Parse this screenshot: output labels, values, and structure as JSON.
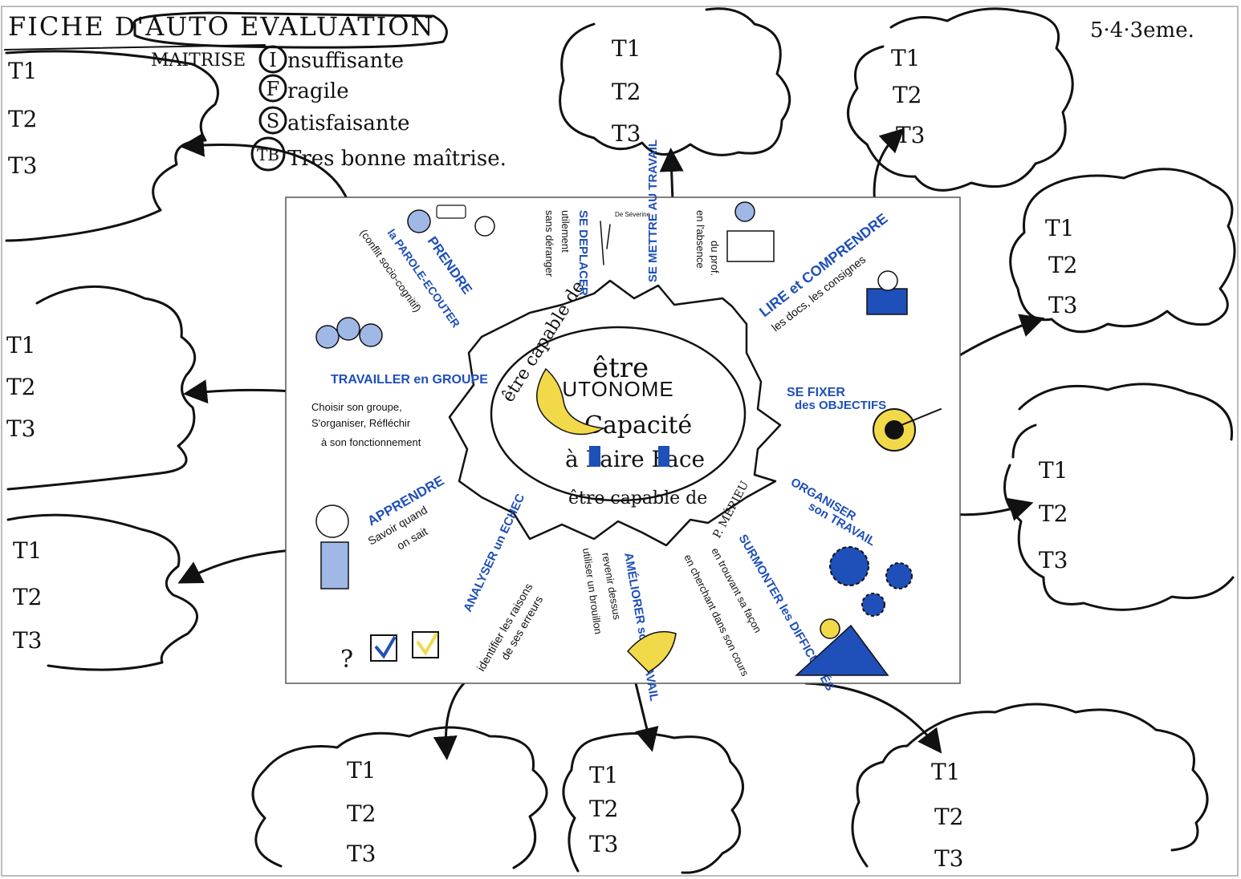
{
  "header": {
    "title": "FICHE D'AUTO EVALUATION",
    "levels_label": "MAITRISE",
    "levels": [
      {
        "letter": "I",
        "text": "nsuffisante"
      },
      {
        "letter": "F",
        "text": "ragile"
      },
      {
        "letter": "S",
        "text": "atisfaisante"
      },
      {
        "letter": "TB",
        "text": "Tres bonne maîtrise."
      }
    ],
    "grades": "5·4·3eme."
  },
  "tlabels": [
    "T1",
    "T2",
    "T3"
  ],
  "center": {
    "line1": "être capable de",
    "word1": "être",
    "word2": "AUTONOME",
    "word3": "Capacité",
    "word4": "à Faire Face",
    "line2": "être capable de",
    "credit": "P. MÉRIEU",
    "author": "De Séverine"
  },
  "skills": [
    {
      "title": "PRENDRE",
      "sub1": "la PAROLE-ECOUTER",
      "sub2": "(conflit socio-cognitif)"
    },
    {
      "title": "SE DEPLACER",
      "sub1": "utilement",
      "sub2": "sans déranger"
    },
    {
      "title": "SE METTRE AU TRAVAIL",
      "sub1": "en l'absence",
      "sub2": "du prof."
    },
    {
      "title": "LIRE et COMPRENDRE",
      "sub1": "les docs, les consignes",
      "sub2": ""
    },
    {
      "title": "TRAVAILLER en GROUPE",
      "sub1": "Choisir son groupe,",
      "sub2": "S'organiser, Réfléchir",
      "sub3": "à son fonctionnement"
    },
    {
      "title": "SE FIXER",
      "sub1": "des OBJECTIFS",
      "sub2": ""
    },
    {
      "title": "APPRENDRE",
      "sub1": "Savoir quand",
      "sub2": "on sait"
    },
    {
      "title": "ORGANISER",
      "sub1": "son TRAVAIL",
      "sub2": ""
    },
    {
      "title": "ANALYSER un ECHEC",
      "sub1": "identifier les raisons",
      "sub2": "de ses erreurs"
    },
    {
      "title": "AMÉLIORER son TRAVAIL",
      "sub1": "revenir dessus",
      "sub2": "utiliser un brouillon"
    },
    {
      "title": "SURMONTER les DIFFICULTÉS",
      "sub1": "en trouvant sa façon",
      "sub2": "en cherchant dans son cours"
    }
  ],
  "colors": {
    "accent_blue": "#1f4fb8",
    "accent_yellow": "#f2d94a",
    "ink": "#111111"
  }
}
